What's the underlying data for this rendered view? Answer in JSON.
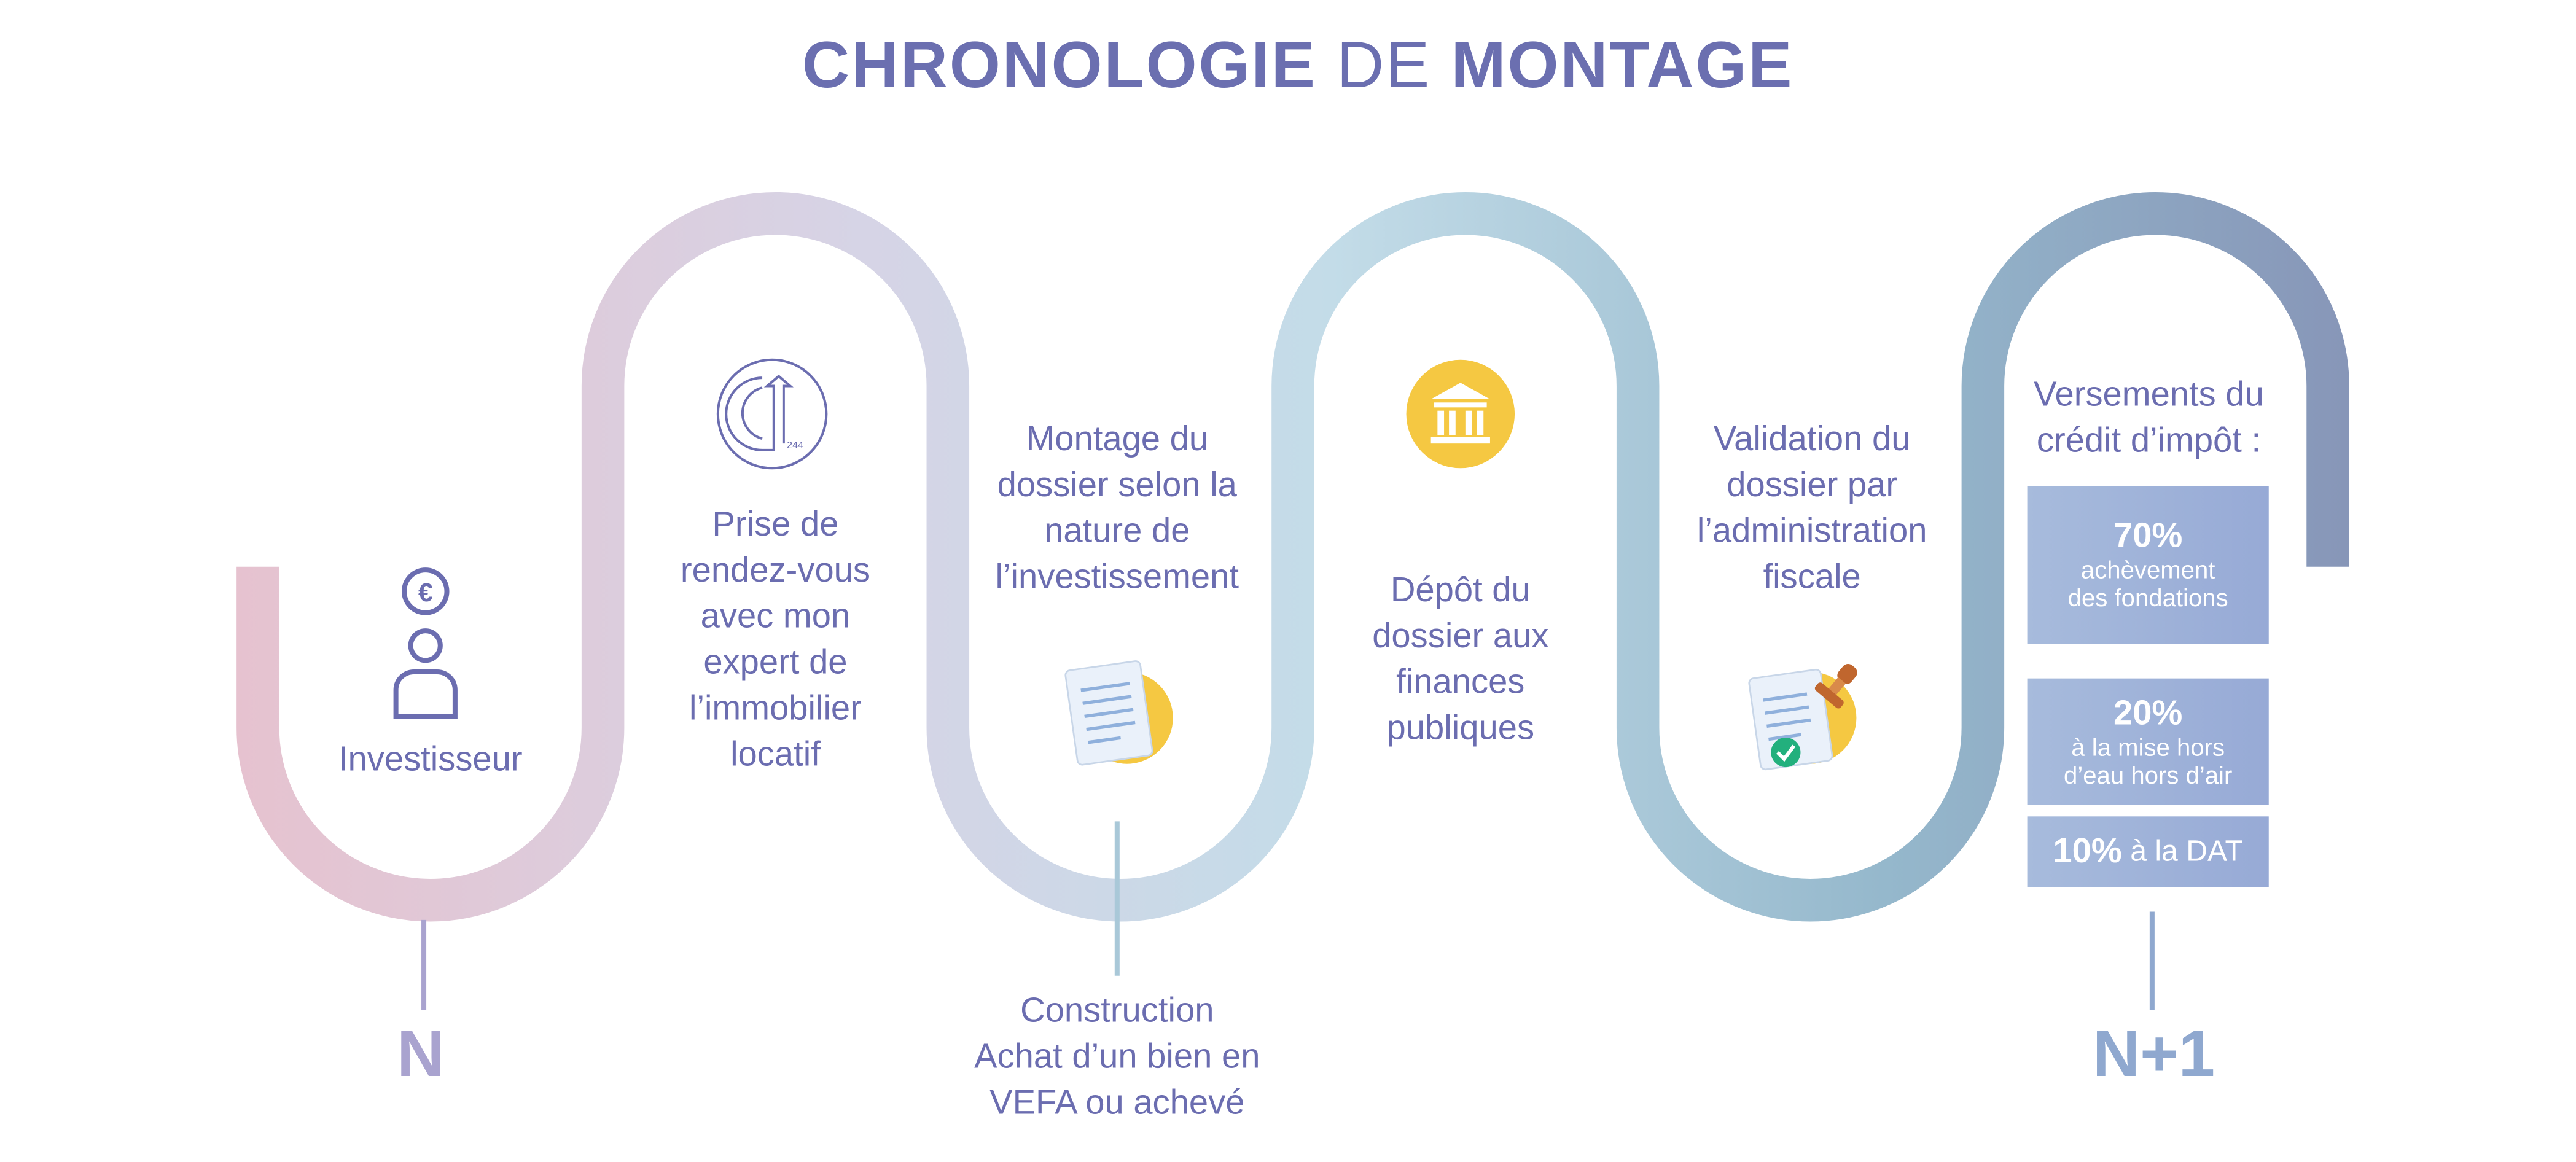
{
  "title": {
    "bold1": "CHRONOLOGIE",
    "light": "DE",
    "bold2": "MONTAGE"
  },
  "colors": {
    "text": "#6b6db0",
    "yellow": "#f5c842",
    "box": "#9fb2d9",
    "ribbon_start": "#e6c2cf",
    "ribbon_mid": "#c3dce8",
    "ribbon_end": "#8796b8"
  },
  "steps": [
    {
      "icon": "investor-euro-icon",
      "lines": [
        "Investisseur"
      ]
    },
    {
      "icon": "ci-244-logo",
      "logo_text": "CI 244",
      "lines": [
        "Prise de",
        "rendez-vous",
        "avec mon",
        "expert de",
        "l’immobilier",
        "locatif"
      ]
    },
    {
      "icon": "document-icon",
      "lines": [
        "Montage du",
        "dossier selon la",
        "nature de",
        "l’investissement"
      ]
    },
    {
      "icon": "bank-icon",
      "lines": [
        "Dépôt du",
        "dossier aux",
        "finances",
        "publiques"
      ]
    },
    {
      "icon": "stamped-document-icon",
      "lines": [
        "Validation du",
        "dossier par",
        "l’administration",
        "fiscale"
      ]
    },
    {
      "lines": [
        "Versements du",
        "crédit d’impôt :"
      ]
    }
  ],
  "construction": [
    "Construction",
    "Achat d’un bien en",
    "VEFA ou achevé"
  ],
  "payments": [
    {
      "pct": "70%",
      "lines": [
        "achèvement",
        "des fondations"
      ]
    },
    {
      "pct": "20%",
      "lines": [
        "à la mise hors",
        "d’eau hors d’air"
      ]
    },
    {
      "pct": "10%",
      "lines": [
        "à la DAT"
      ]
    }
  ],
  "markers": {
    "start": "N",
    "end": "N+1"
  }
}
